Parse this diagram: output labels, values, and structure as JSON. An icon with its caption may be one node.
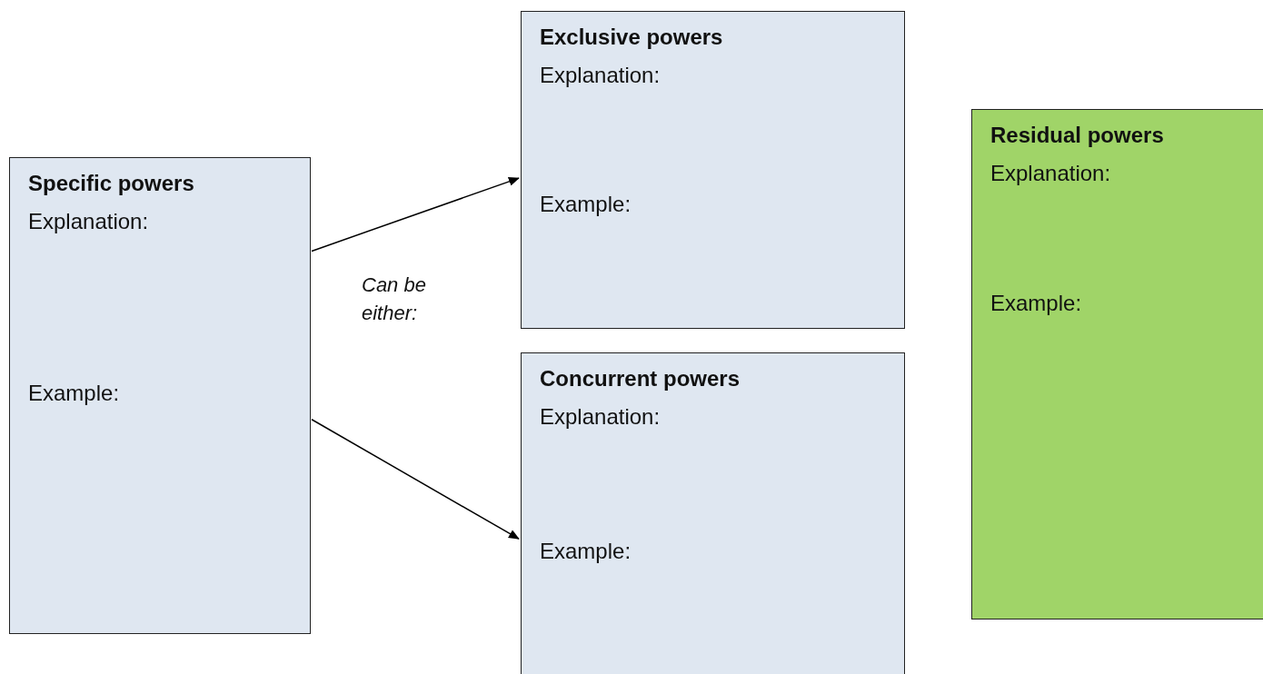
{
  "diagram": {
    "nodes": [
      {
        "text": [
          "Specific powers",
          "Explanation:",
          "Example:"
        ]
      },
      {
        "text": [
          "Exclusive powers",
          "Explanation:",
          "Example:"
        ]
      },
      {
        "text": [
          "Concurrent powers",
          "Explanation:",
          "Example:"
        ]
      },
      {
        "text": [
          "Residual powers",
          "Explanation:",
          "Example:"
        ]
      }
    ],
    "edges": [
      {
        "from": 0,
        "to": 1,
        "arrow": "to"
      },
      {
        "from": 0,
        "to": 2,
        "arrow": "to"
      }
    ],
    "labels": [
      "Can be either:"
    ]
  }
}
